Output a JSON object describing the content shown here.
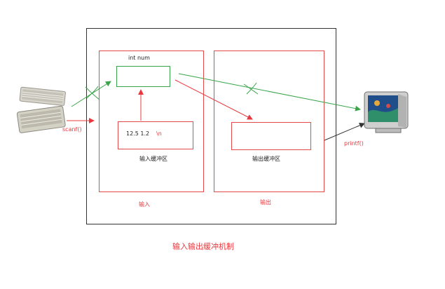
{
  "labels": {
    "int_num": "int num",
    "buffer_values": "12.5 1.2",
    "newline": "\\n",
    "input_buffer": "输入缓冲区",
    "output_buffer": "输出缓冲区",
    "input": "输入",
    "output": "输出",
    "scanf": "scanf()",
    "printf": "printf()",
    "title": "输入输出缓冲机制"
  },
  "icons": {
    "keyboard": "keyboard-icon",
    "monitor": "monitor-icon"
  },
  "colors": {
    "red": "#e8383d",
    "green": "#3aa34a",
    "frame": "#333333"
  }
}
